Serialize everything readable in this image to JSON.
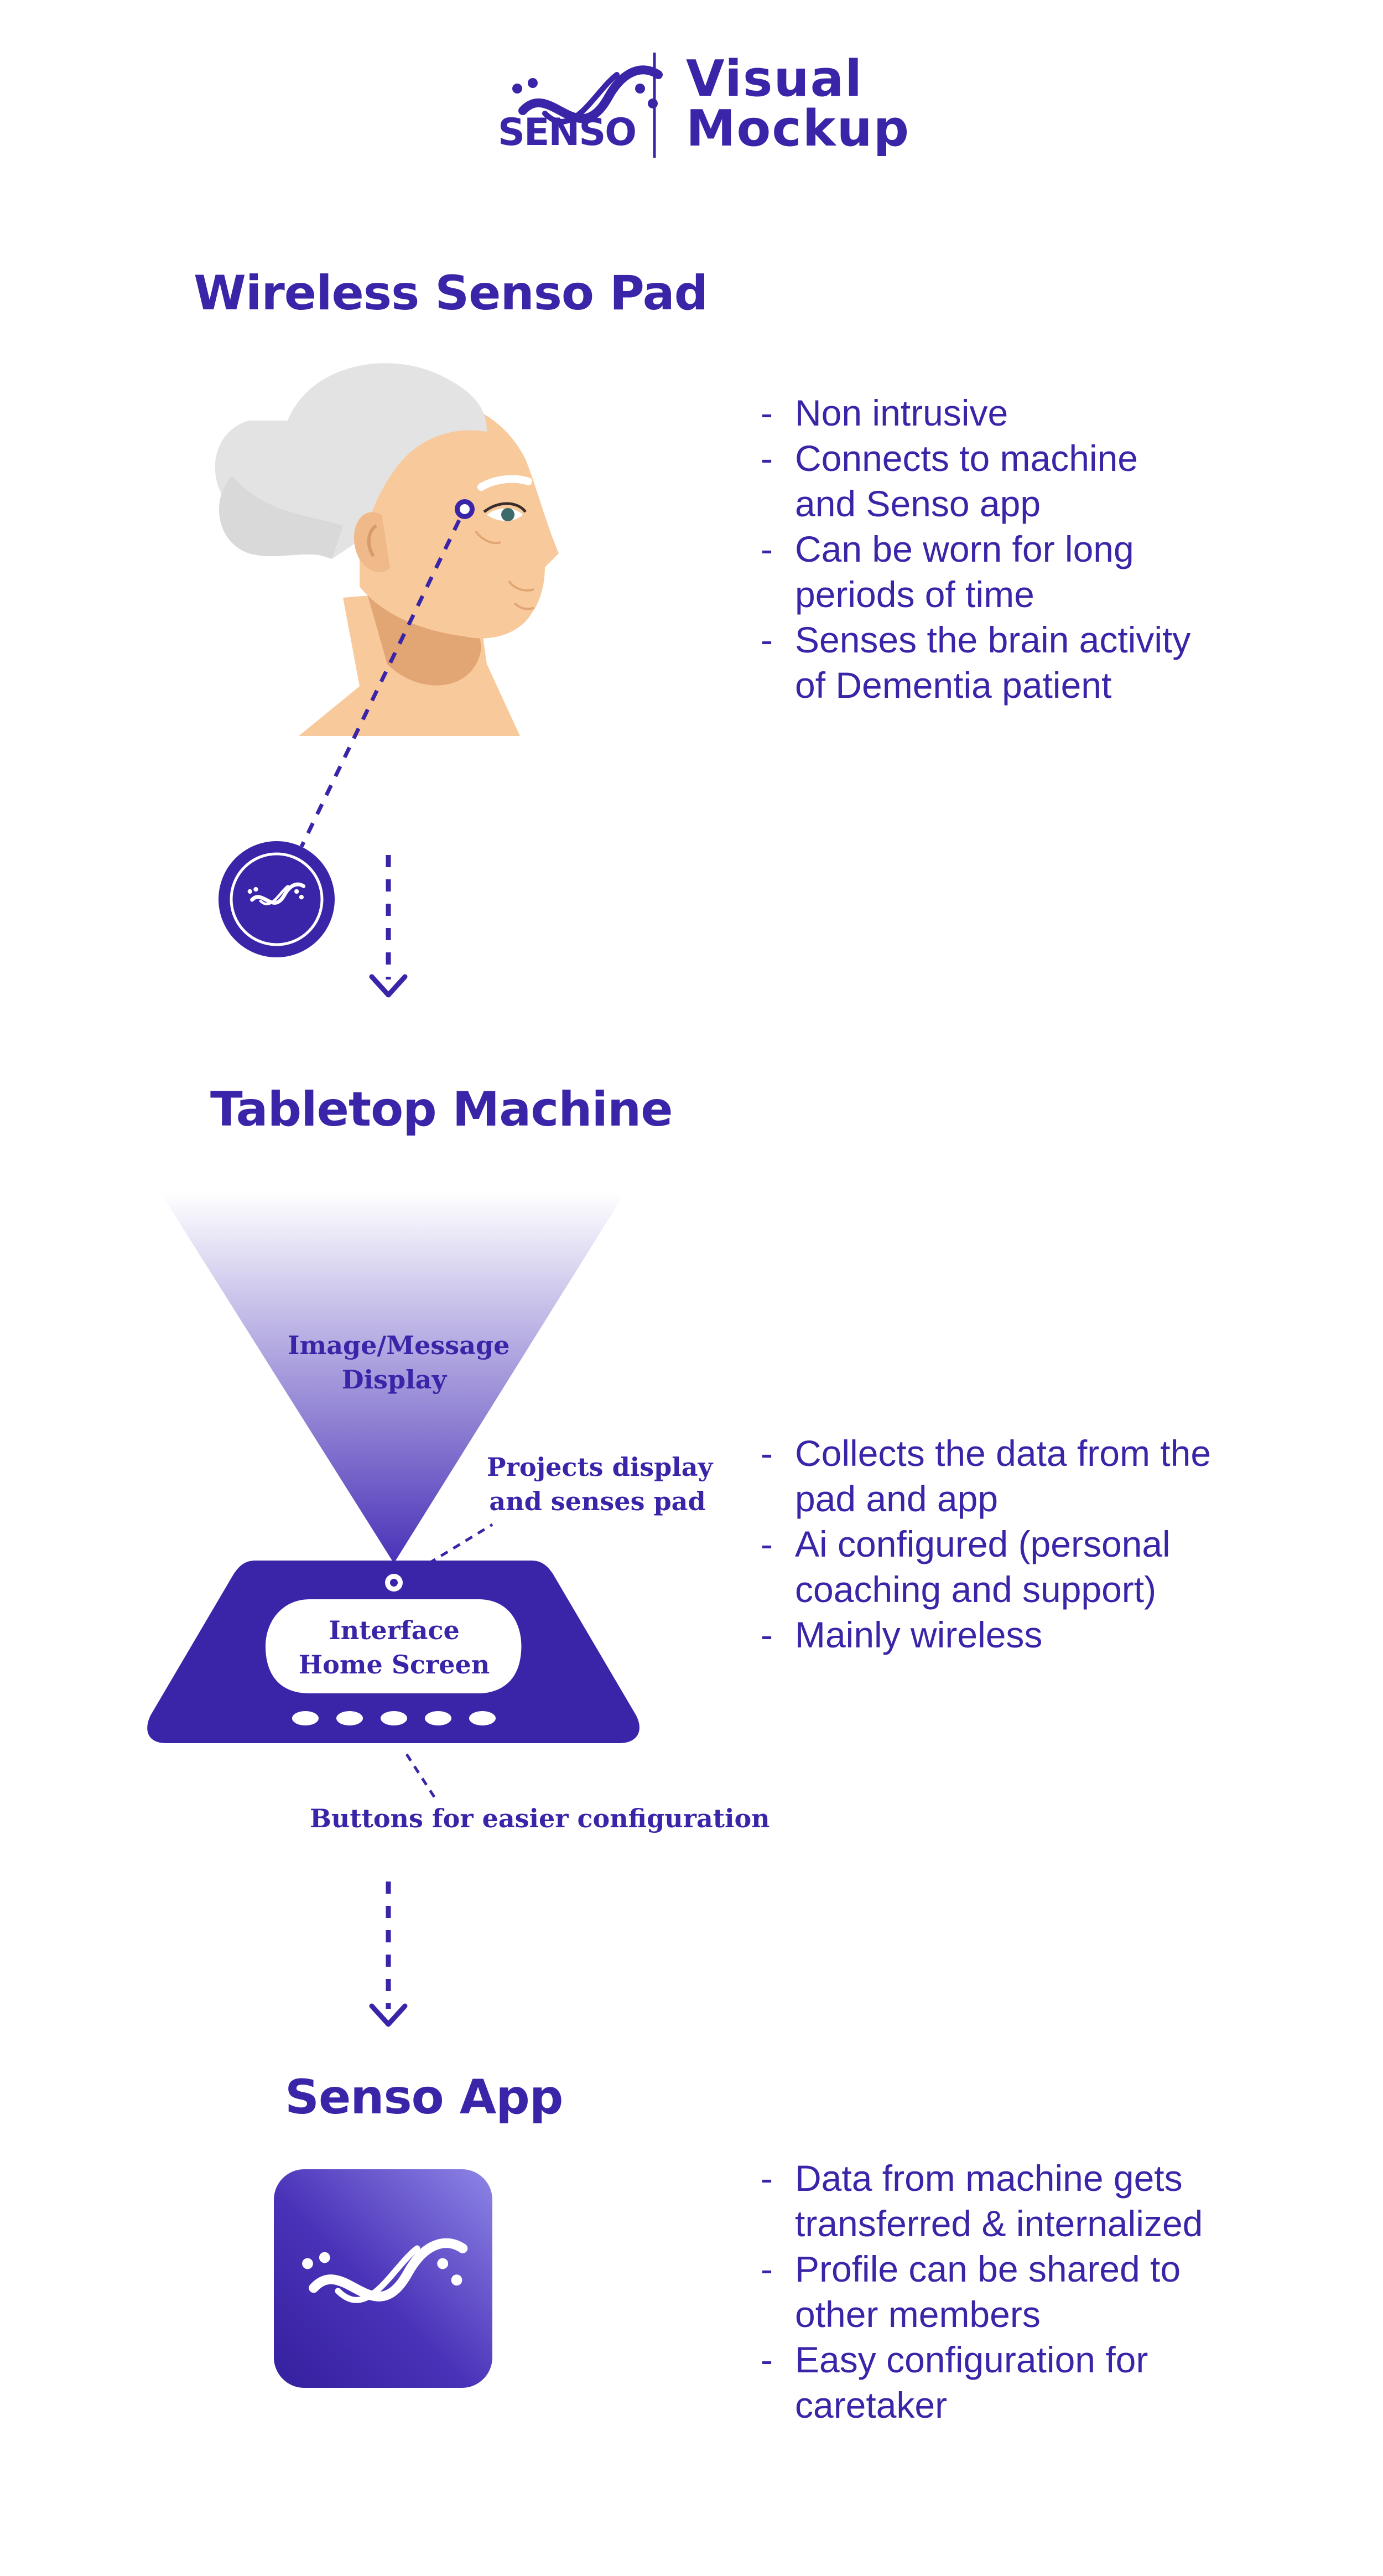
{
  "header": {
    "brand": "SENSO",
    "title_line1": "Visual",
    "title_line2": "Mockup"
  },
  "sections": [
    {
      "title": "Wireless Senso Pad",
      "bullets": [
        [
          "Non intrusive"
        ],
        [
          "Connects to machine",
          "and Senso app"
        ],
        [
          "Can be worn for long",
          "periods of time"
        ],
        [
          "Senses the brain activity",
          "of Dementia patient"
        ]
      ]
    },
    {
      "title": "Tabletop Machine",
      "bullets": [
        [
          "Collects the data from the",
          "pad and app"
        ],
        [
          "Ai configured (personal",
          "coaching and support)"
        ],
        [
          "Mainly wireless"
        ]
      ]
    },
    {
      "title": "Senso App",
      "bullets": [
        [
          "Data from machine gets",
          "transferred & internalized"
        ],
        [
          "Profile can be shared to",
          "other members"
        ],
        [
          "Easy configuration for",
          "caretaker"
        ]
      ]
    }
  ],
  "machine": {
    "projection_label_1": "Image/Message",
    "projection_label_2": "Display",
    "projects_label_1": "Projects display",
    "projects_label_2": "and senses pad",
    "screen_label_1": "Interface",
    "screen_label_2": "Home Screen",
    "buttons_label": "Buttons for easier configuration"
  },
  "icons": {
    "header_logo": "senso-logo-icon",
    "pad": "senso-pad-icon",
    "app": "senso-app-icon",
    "patient": "patient-head-illustration",
    "arrow": "dashed-arrow-down-icon"
  },
  "colors": {
    "primary": "#3a24a8",
    "skin": "#f8c99b",
    "skin_shadow": "#e2a574",
    "hair": "#e3e3e3"
  }
}
